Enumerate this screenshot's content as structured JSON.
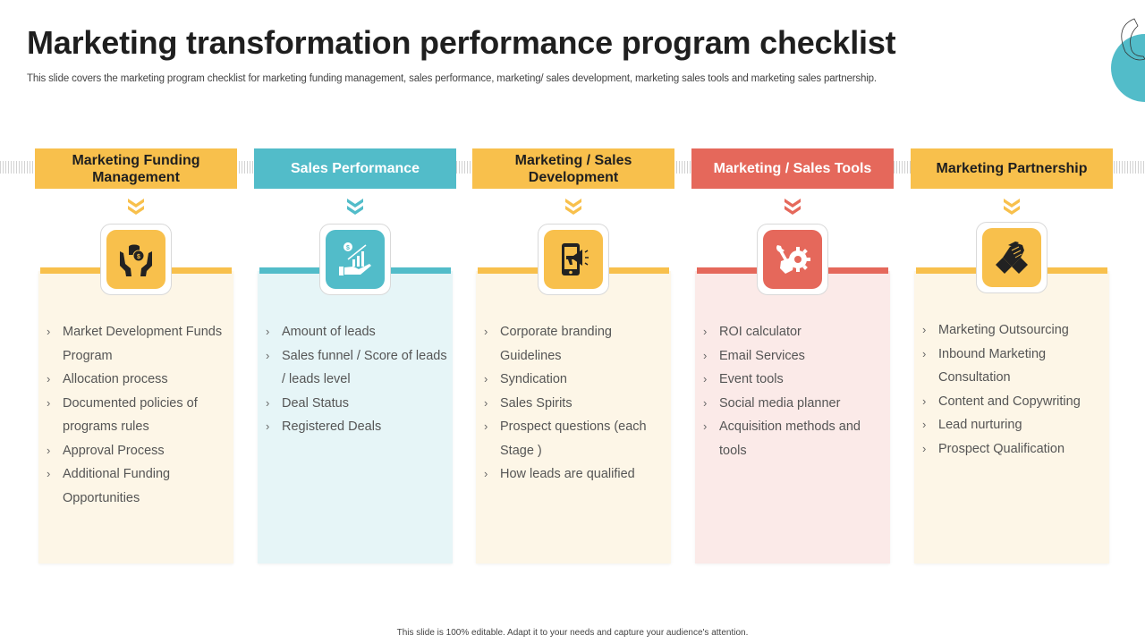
{
  "slide": {
    "title": "Marketing transformation performance program checklist",
    "subtitle": "This slide covers the marketing program checklist for marketing funding management, sales performance, marketing/ sales development, marketing sales tools and marketing sales partnership.",
    "footer": "This slide is 100% editable. Adapt it to your needs and capture your audience's attention."
  },
  "colors": {
    "yellow": "#F8C04C",
    "teal": "#52BCC9",
    "red": "#E5685B",
    "yellow_bg": "#FDF6E7",
    "teal_bg": "#E6F5F7",
    "red_bg": "#FBEAE8"
  },
  "columns": [
    {
      "header": "Marketing Funding Management",
      "icon": "money-hands-icon",
      "items": [
        "Market Development Funds Program",
        "Allocation process",
        "Documented policies of programs rules",
        "Approval Process",
        "Additional Funding Opportunities"
      ]
    },
    {
      "header": "Sales Performance",
      "icon": "growth-chart-hand-icon",
      "items": [
        "Amount of leads",
        "Sales funnel / Score of leads / leads level",
        "Deal Status",
        "Registered Deals"
      ]
    },
    {
      "header": "Marketing / Sales Development",
      "icon": "mobile-megaphone-icon",
      "items": [
        "Corporate branding Guidelines",
        "Syndication",
        "Sales Spirits",
        "Prospect questions (each Stage )",
        "How leads are qualified"
      ]
    },
    {
      "header": "Marketing / Sales Tools",
      "icon": "wrench-gear-hand-icon",
      "items": [
        "ROI calculator",
        "Email Services",
        "Event tools",
        "Social media planner",
        "Acquisition methods and tools"
      ]
    },
    {
      "header": "Marketing Partnership",
      "icon": "handshake-icon",
      "items": [
        "Marketing Outsourcing",
        "Inbound Marketing Consultation",
        "Content and Copywriting",
        "Lead nurturing",
        "Prospect Qualification"
      ]
    }
  ],
  "bullet": "›"
}
